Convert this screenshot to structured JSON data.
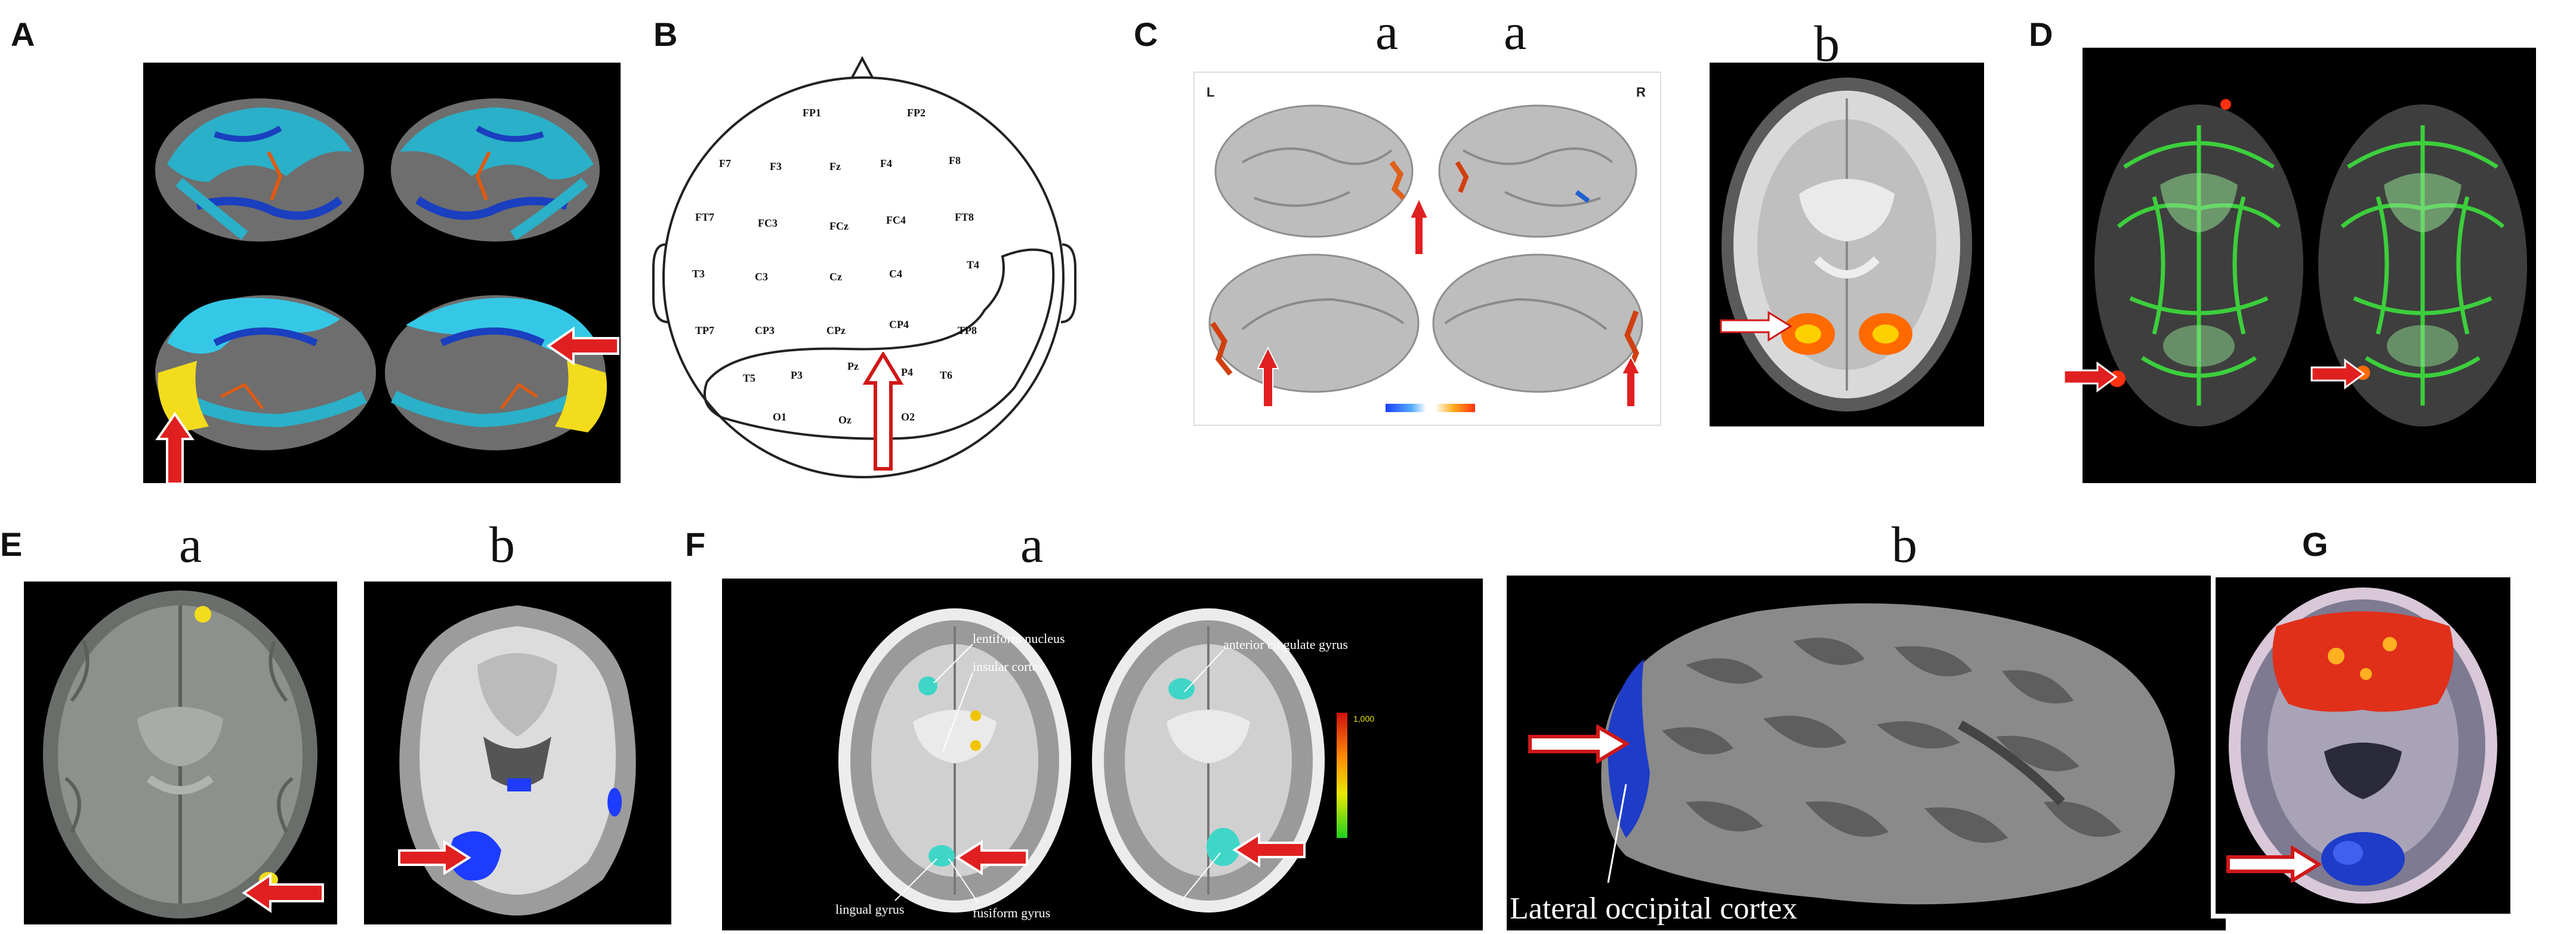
{
  "panels": {
    "A": {
      "label": "A"
    },
    "B": {
      "label": "B",
      "electrodes": [
        "FP1",
        "FP2",
        "F7",
        "F3",
        "Fz",
        "F4",
        "F8",
        "FT7",
        "FC3",
        "FCz",
        "FC4",
        "FT8",
        "T3",
        "C3",
        "Cz",
        "C4",
        "T4",
        "TP7",
        "CP3",
        "CPz",
        "CP4",
        "TP8",
        "T5",
        "P3",
        "Pz",
        "P4",
        "T6",
        "O1",
        "Oz",
        "O2"
      ]
    },
    "C": {
      "label": "C",
      "sub_a1": "a",
      "sub_a2": "a",
      "sub_b": "b",
      "hemi_left": "L",
      "hemi_right": "R"
    },
    "D": {
      "label": "D"
    },
    "E": {
      "label": "E",
      "sub_a": "a",
      "sub_b": "b"
    },
    "F": {
      "label": "F",
      "sub_a": "a",
      "sub_b": "b",
      "annotations": {
        "lentiform": "lentiform nucleus",
        "insular": "insular cortex",
        "anterior_cingulate": "anterior cingulate gyrus",
        "lingual": "lingual gyrus",
        "fusiform": "fusiform gyrus",
        "colorbar_max": "1,000",
        "lateral_occipital": "Lateral occipital cortex"
      }
    },
    "G": {
      "label": "G"
    }
  },
  "colors": {
    "arrow": "#e02020",
    "arrow_outline": "#ffffff",
    "activation_hot": "#ff6a00",
    "activation_cold": "#1e3cff",
    "tract_green": "#3ccf3c"
  }
}
